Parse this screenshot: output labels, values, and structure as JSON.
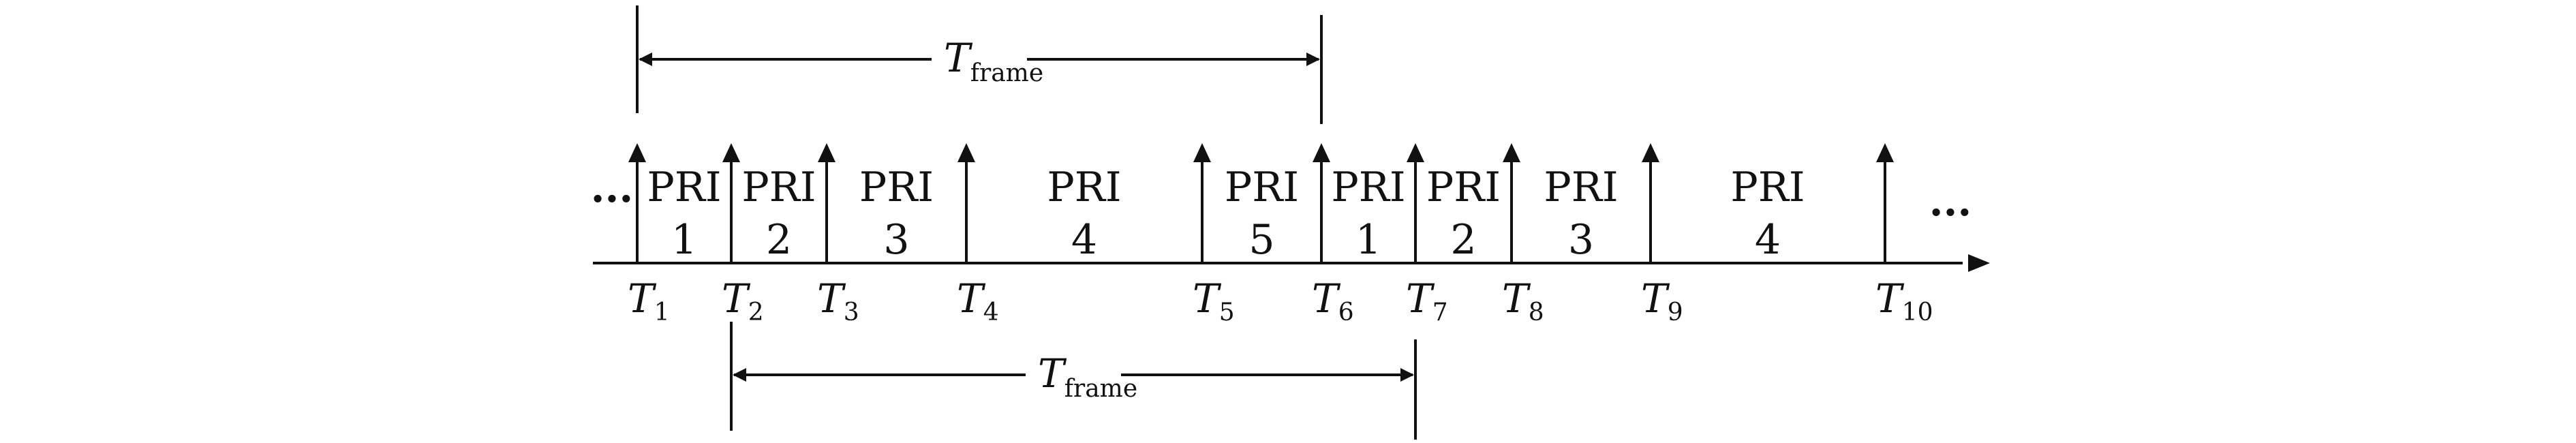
{
  "diagram": {
    "pri_word": "PRI",
    "time_symbol": "T",
    "frame_subscript": "frame",
    "ellipsis_left": "...",
    "ellipsis_right": "...",
    "intervals": [
      "1",
      "2",
      "3",
      "4",
      "5",
      "1",
      "2",
      "3",
      "4"
    ],
    "time_markers": [
      "1",
      "2",
      "3",
      "4",
      "5",
      "6",
      "7",
      "8",
      "9",
      "10"
    ],
    "frame_top": {
      "from_marker": "1",
      "to_marker": "6"
    },
    "frame_bottom": {
      "from_marker": "2",
      "to_marker": "7"
    }
  }
}
